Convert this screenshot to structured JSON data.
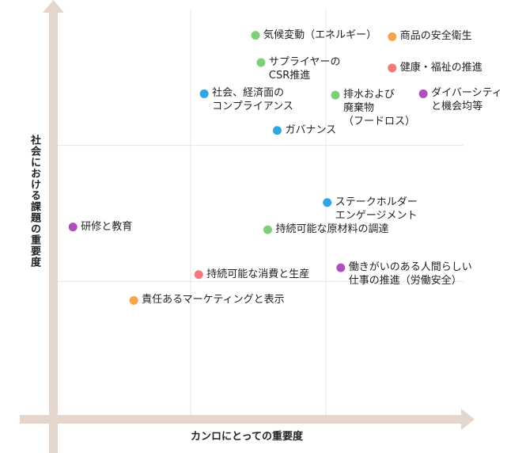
{
  "chart_data": {
    "type": "scatter",
    "title": "",
    "xlabel": "カンロにとっての重要度",
    "ylabel": "社会における課題の重要度",
    "xlim": [
      0,
      3
    ],
    "ylim": [
      0,
      3
    ],
    "grid": true,
    "legend": "none",
    "colors": {
      "green": "#7dcf7a",
      "orange": "#f4a64a",
      "red": "#f27a7a",
      "blue": "#2ea6e8",
      "purple": "#b04ec0"
    },
    "points": [
      {
        "label": "気候変動（エネルギー）",
        "x": 1.48,
        "y": 2.81,
        "color": "green"
      },
      {
        "label": "商品の安全衛生",
        "x": 2.49,
        "y": 2.8,
        "color": "orange"
      },
      {
        "label": "サプライヤーの\nCSR推進",
        "x": 1.52,
        "y": 2.61,
        "color": "green"
      },
      {
        "label": "健康・福祉の推進",
        "x": 2.49,
        "y": 2.57,
        "color": "red"
      },
      {
        "label": "社会、経済面の\nコンプライアンス",
        "x": 1.1,
        "y": 2.38,
        "color": "blue"
      },
      {
        "label": "排水および\n廃棄物\n（フードロス）",
        "x": 2.07,
        "y": 2.37,
        "color": "green"
      },
      {
        "label": "ダイバーシティ\nと機会均等",
        "x": 2.72,
        "y": 2.38,
        "color": "purple"
      },
      {
        "label": "ガバナンス",
        "x": 1.64,
        "y": 2.11,
        "color": "blue"
      },
      {
        "label": "ステークホルダー\nエンゲージメント",
        "x": 2.01,
        "y": 1.58,
        "color": "blue"
      },
      {
        "label": "研修と教育",
        "x": 0.13,
        "y": 1.4,
        "color": "purple"
      },
      {
        "label": "持続可能な原材料の調達",
        "x": 1.57,
        "y": 1.38,
        "color": "green"
      },
      {
        "label": "働きがいのある人間らしい\n仕事の推進（労働安全）",
        "x": 2.11,
        "y": 1.1,
        "color": "purple"
      },
      {
        "label": "持続可能な消費と生産",
        "x": 1.06,
        "y": 1.05,
        "color": "red"
      },
      {
        "label": "責任あるマーケティングと表示",
        "x": 0.58,
        "y": 0.86,
        "color": "orange"
      }
    ]
  }
}
